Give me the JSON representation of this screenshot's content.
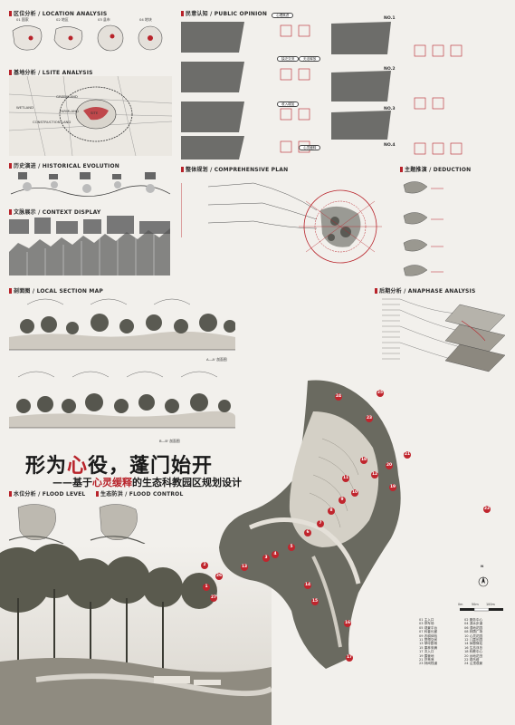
{
  "title": {
    "part1": "形为",
    "accent": "心",
    "part2": "役，蓬门始开"
  },
  "subtitle": {
    "prefix": "——基于",
    "accent": "心灵缓释",
    "suffix": "的生态科教园区规划设计"
  },
  "sections": {
    "location": "区位分析 / LOCATION ANALYSIS",
    "site": "基地分析 / LSITE ANALYSIS",
    "history": "历史演进 / HISTORICAL EVOLUTION",
    "context": "文脉展示 / CONTEXT DISPLAY",
    "section_map": "剖面图 / LOCAL SECTION MAP",
    "public": "民意认知 / PUBLIC OPINION",
    "plan": "整体规划 / COMPREHENSIVE PLAN",
    "deduction": "主题推演 / DEDUCTION",
    "anaphase": "后期分析 / ANAPHASE ANALYSIS",
    "flood_level": "水位分析 / FLOOD LEVEL",
    "flood_control": "生态防洪 / FLOOD CONTROL"
  },
  "location_items": [
    "01 国家",
    "02 地区",
    "03 县市",
    "04 地块"
  ],
  "site_labels": [
    "WETLAND",
    "GREENLAND",
    "FARMLAND",
    "CONSTRUCTION LAND",
    "SITE"
  ],
  "public_bubbles": [
    "心理焦虑",
    "缺乏交流",
    "无法释放",
    "收入增加",
    "心灵缓释"
  ],
  "public_numbers": [
    "NO.1",
    "NO.2",
    "NO.3",
    "NO.4"
  ],
  "section_ab": "A—A' 剖面图",
  "section_bb": "B—B' 剖面图",
  "north": "N",
  "scale": [
    "0m",
    "50m",
    "100m"
  ],
  "legend": [
    "01 主入口",
    "02 服务中心",
    "03 停车场",
    "04 滨水步道",
    "05 观景平台",
    "06 湿地花园",
    "07 科普长廊",
    "08 林荫广场",
    "09 农耕体验",
    "10 心灵花园",
    "11 冥想空间",
    "12 儿童乐园",
    "13 草坪剧场",
    "14 休憩驿站",
    "15 果林采摘",
    "16 生态浮岛",
    "17 次入口",
    "18 科教中心",
    "19 露营地",
    "20 台地花田",
    "21 芦苇荡",
    "22 观鸟塔",
    "23 林间栈道",
    "24 山顶观景"
  ],
  "badges": [
    "24",
    "25",
    "23",
    "21",
    "20",
    "19",
    "18",
    "11",
    "12",
    "10",
    "22",
    "9",
    "8",
    "7",
    "6",
    "5",
    "4",
    "3",
    "13",
    "2",
    "26",
    "1",
    "14",
    "15",
    "16",
    "17",
    "27"
  ],
  "colors": {
    "accent": "#b8232a",
    "ink": "#1a1a1a",
    "paper": "#f2f0ec"
  }
}
